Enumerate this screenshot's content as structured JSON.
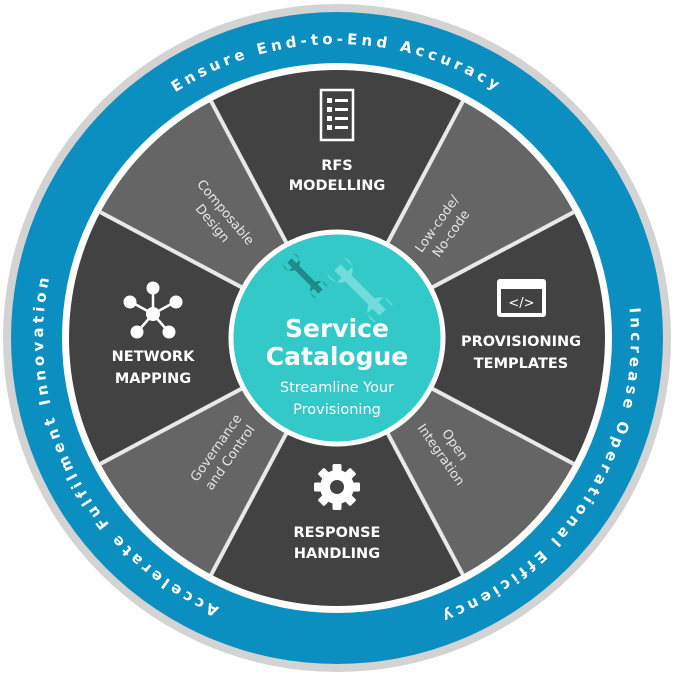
{
  "colors": {
    "outer_ring": "#d3d3d3",
    "blue_ring": "#0a8fc0",
    "dark_sector": "#424242",
    "gray_sector": "#656565",
    "center": "#33c9c9",
    "wrench_dark": "#1f8a8a",
    "wrench_light": "#72dcdc"
  },
  "ring": {
    "top": "Ensure End-to-End Accuracy",
    "right": "Increase Operational Efficiency",
    "left": "Accelerate Fulfilment Innovation"
  },
  "center": {
    "icon": "wrench-icon",
    "title_line1": "Service",
    "title_line2": "Catalogue",
    "sub_line1": "Streamline Your",
    "sub_line2": "Provisioning"
  },
  "main_sectors": [
    {
      "icon": "document-list-icon",
      "line1": "RFS",
      "line2": "MODELLING"
    },
    {
      "icon": "code-window-icon",
      "line1": "PROVISIONING",
      "line2": "TEMPLATES"
    },
    {
      "icon": "gear-icon",
      "line1": "RESPONSE",
      "line2": "HANDLING"
    },
    {
      "icon": "network-icon",
      "line1": "NETWORK",
      "line2": "MAPPING"
    }
  ],
  "sub_sectors": [
    {
      "line1": "Composable",
      "line2": "Design"
    },
    {
      "line1": "Low-code/",
      "line2": "No-code"
    },
    {
      "line1": "Open",
      "line2": "Integration"
    },
    {
      "line1": "Governance",
      "line2": "and Control"
    }
  ]
}
